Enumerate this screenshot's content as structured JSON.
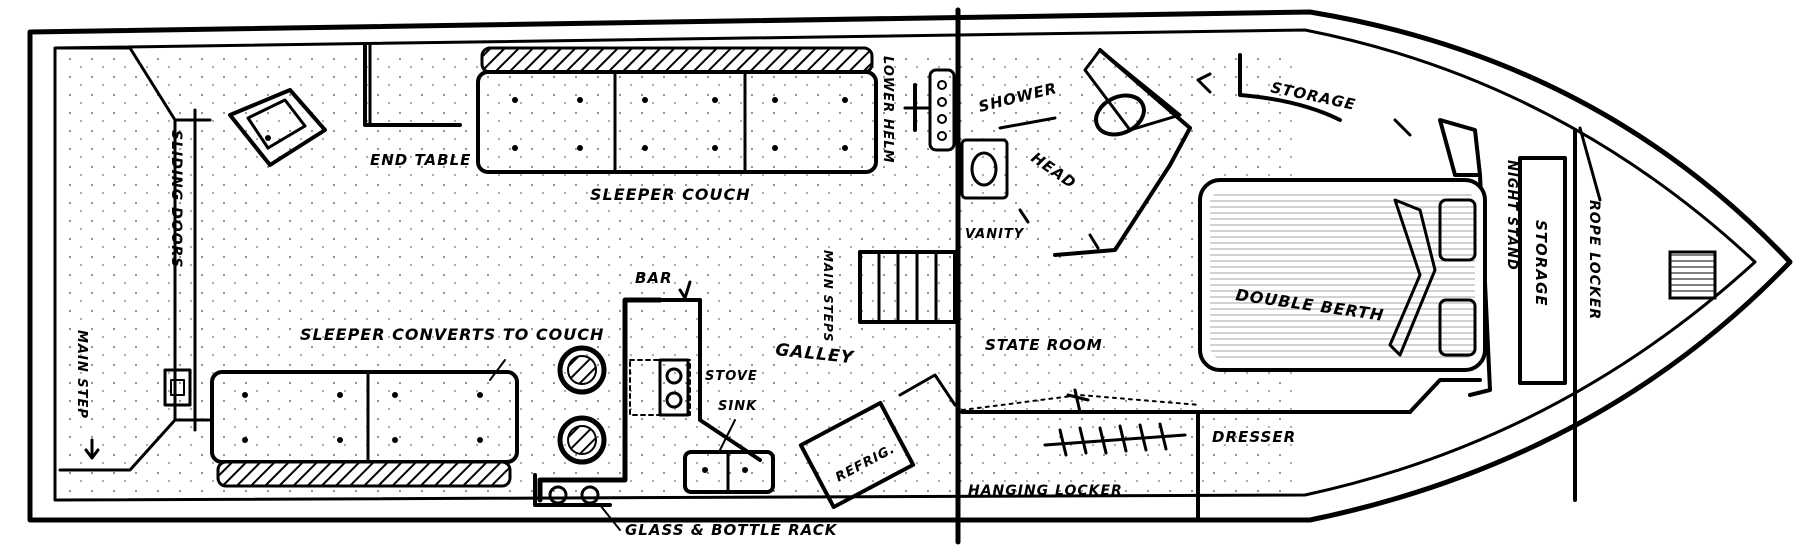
{
  "diagram": {
    "type": "boat-floor-plan",
    "colors": {
      "ink": "#000000",
      "background": "#ffffff"
    },
    "labels": {
      "sliding_doors": "SLIDING DOORS",
      "end_table": "END TABLE",
      "sleeper_couch": "SLEEPER COUCH",
      "lower_helm": "LOWER HELM",
      "shower": "SHOWER",
      "head": "HEAD",
      "vanity": "VANITY",
      "storage_top": "STORAGE",
      "night_stand": "NIGHT STAND",
      "storage_bow": "STORAGE",
      "rope_locker": "ROPE LOCKER",
      "double_berth": "DOUBLE BERTH",
      "state_room": "STATE ROOM",
      "dresser": "DRESSER",
      "hanging_locker": "HANGING LOCKER",
      "galley": "GALLEY",
      "bar": "BAR",
      "stove": "STOVE",
      "sink": "SINK",
      "refrig": "REFRIG.",
      "glass_bottle_rack": "GLASS & BOTTLE RACK",
      "sleeper_converts": "SLEEPER CONVERTS TO COUCH",
      "main_step": "MAIN STEP",
      "main_steps": "MAIN STEPS"
    }
  }
}
